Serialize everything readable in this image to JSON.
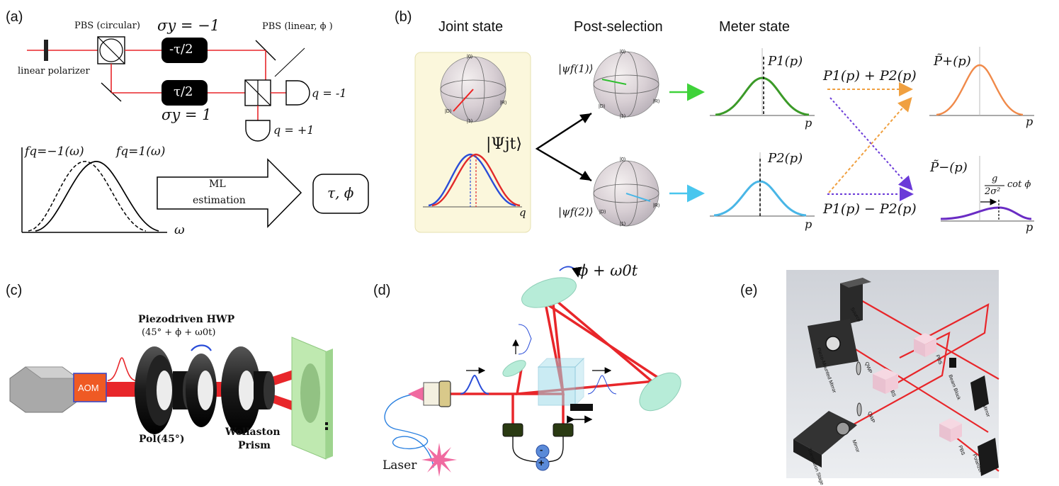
{
  "panels": {
    "a": {
      "tag": "(a)",
      "pbs_circular": "PBS (circular)",
      "pbs_linear": "PBS (linear, ϕ )",
      "sigma_top": "σy = −1",
      "sigma_bottom": "σy = 1",
      "box_top": "-τ/2",
      "box_bottom": "τ/2",
      "linear_polarizer": "linear polarizer",
      "q_minus": "q = -1",
      "q_plus": "q = +1",
      "f_minus": "fq=−1(ω)",
      "f_plus": "fq=1(ω)",
      "omega": "ω",
      "ml_line1": "ML",
      "ml_line2": "estimation",
      "result": "τ, ϕ"
    },
    "b": {
      "tag": "(b)",
      "joint_state": "Joint state",
      "post_selection": "Post-selection",
      "meter_state": "Meter state",
      "psi_jt": "|Ψjt⟩",
      "psi_f1": "|ψf(1)⟩",
      "psi_f2": "|ψf(2)⟩",
      "q_axis": "q",
      "p1": "P1(p)",
      "p2": "P2(p)",
      "p_axis": "p",
      "sum": "P1(p) + P2(p)",
      "diff": "P1(p) − P2(p)",
      "p_plus": "P̃+(p)",
      "p_minus": "P̃−(p)",
      "shift_num": "g",
      "shift_den": "2σ²",
      "shift_tail": "cot ϕ",
      "bloch_zero": "|0⟩",
      "bloch_one": "|1⟩",
      "bloch_d": "|D⟩",
      "bloch_r": "|R⟩"
    },
    "c": {
      "tag": "(c)",
      "aom": "AOM",
      "hwp_title": "Piezodriven HWP",
      "hwp_angle": "(45° + ϕ + ω0t)",
      "pol": "Pol(45°)",
      "wollaston1": "Wollaston",
      "wollaston2": "Prism"
    },
    "d": {
      "tag": "(d)",
      "phase": "ϕ + ω0t",
      "laser": "Laser",
      "minus": "-",
      "plus": "+"
    },
    "e": {
      "tag": "(e)",
      "piezo_mirror": "Piezo-Mounted Mirror",
      "qwp1": "QWP",
      "qwp2": "QWP",
      "bs": "BS",
      "pbs1": "PBS",
      "pbs2": "PBS",
      "beam_block": "Beam Block",
      "mirror1": "Mirror",
      "mirror2": "Mirror",
      "translation_stage": "Translation Stage",
      "polarizer": "Polarizer",
      "source": "Source"
    }
  },
  "colors": {
    "laser": "#e8262a",
    "green": "#3b9a28",
    "cyan": "#49b6e6",
    "purple": "#6a2cc4",
    "orange": "#f08a4a",
    "dash_orange": "#f0a040",
    "dash_purple": "#6a3ad8",
    "panel_b_bg": "#fbf7dc",
    "glass": "#b7ecd8"
  }
}
